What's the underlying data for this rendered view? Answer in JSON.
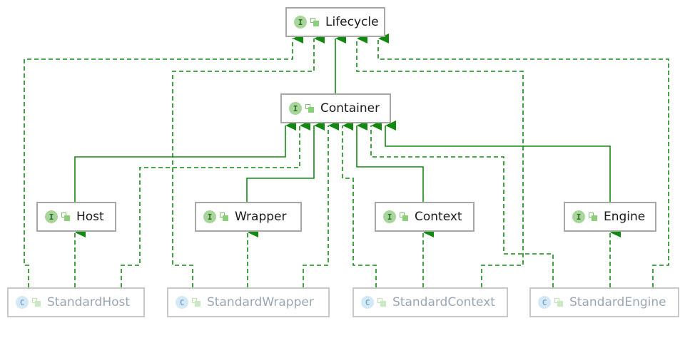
{
  "interfaces": {
    "lifecycle": "Lifecycle",
    "container": "Container",
    "host": "Host",
    "wrapper": "Wrapper",
    "context": "Context",
    "engine": "Engine"
  },
  "classes": {
    "standard_host": "StandardHost",
    "standard_wrapper": "StandardWrapper",
    "standard_context": "StandardContext",
    "standard_engine": "StandardEngine"
  },
  "badges": {
    "interface": "I",
    "class": "C"
  },
  "icons": {
    "interface_badge": "interface-badge-icon",
    "class_badge": "class-badge-icon",
    "visibility": "public-visibility-icon"
  },
  "colors": {
    "arrow": "#128a12",
    "node_border": "#a7a7a7",
    "class_text": "#9aa7b3",
    "interface_badge": "#a7d59a",
    "class_badge": "#d4e9f6"
  },
  "relations": [
    {
      "from": "container",
      "to": "lifecycle",
      "kind": "extends"
    },
    {
      "from": "host",
      "to": "container",
      "kind": "extends"
    },
    {
      "from": "wrapper",
      "to": "container",
      "kind": "extends"
    },
    {
      "from": "context",
      "to": "container",
      "kind": "extends"
    },
    {
      "from": "engine",
      "to": "container",
      "kind": "extends"
    },
    {
      "from": "standard_host",
      "to": "host",
      "kind": "implements"
    },
    {
      "from": "standard_wrapper",
      "to": "wrapper",
      "kind": "implements"
    },
    {
      "from": "standard_context",
      "to": "context",
      "kind": "implements"
    },
    {
      "from": "standard_engine",
      "to": "engine",
      "kind": "implements"
    },
    {
      "from": "standard_host",
      "to": "lifecycle",
      "kind": "implements"
    },
    {
      "from": "standard_wrapper",
      "to": "lifecycle",
      "kind": "implements"
    },
    {
      "from": "standard_context",
      "to": "lifecycle",
      "kind": "implements"
    },
    {
      "from": "standard_engine",
      "to": "lifecycle",
      "kind": "implements"
    },
    {
      "from": "standard_host",
      "to": "container",
      "kind": "implements"
    },
    {
      "from": "standard_wrapper",
      "to": "container",
      "kind": "implements"
    },
    {
      "from": "standard_context",
      "to": "container",
      "kind": "implements"
    },
    {
      "from": "standard_engine",
      "to": "container",
      "kind": "implements"
    }
  ]
}
